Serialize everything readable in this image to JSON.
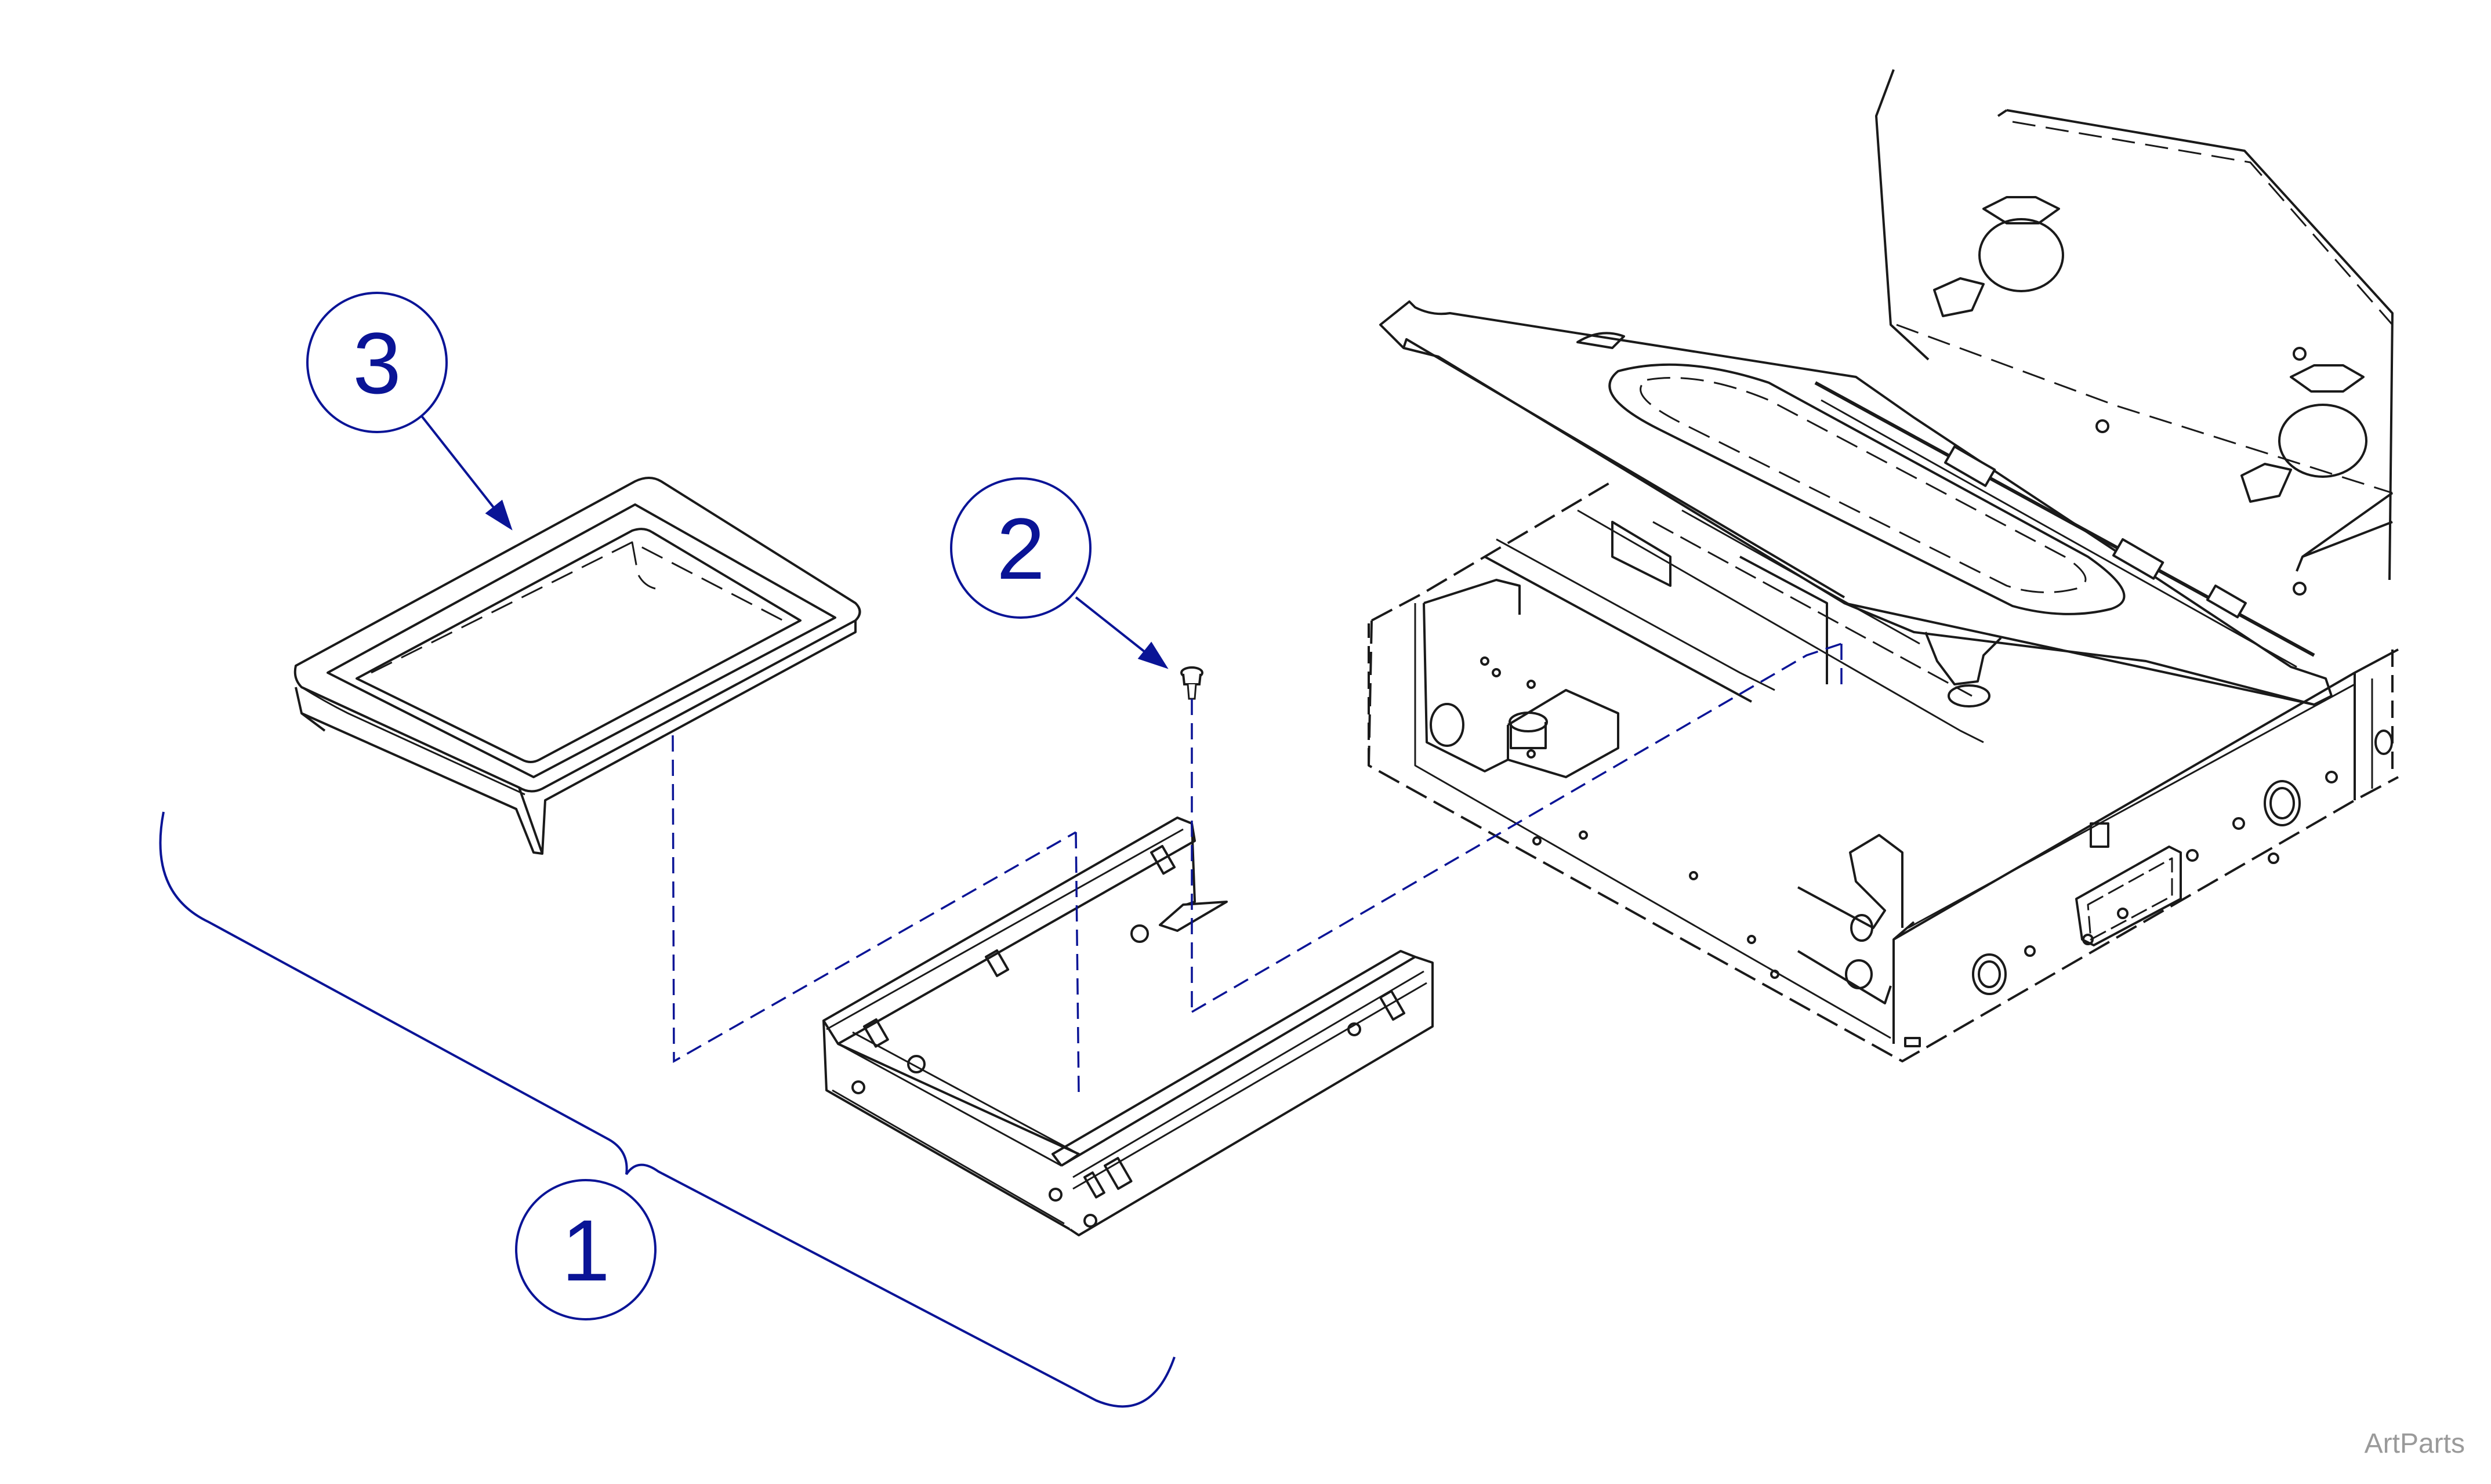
{
  "colors": {
    "callout": "#0a1496",
    "line": "#1a1a1a",
    "watermark": "#9a9a9a"
  },
  "callouts": [
    {
      "label": "1",
      "part": "drawer-assembly"
    },
    {
      "label": "2",
      "part": "screw"
    },
    {
      "label": "3",
      "part": "tray"
    }
  ],
  "watermark": "ArtParts"
}
